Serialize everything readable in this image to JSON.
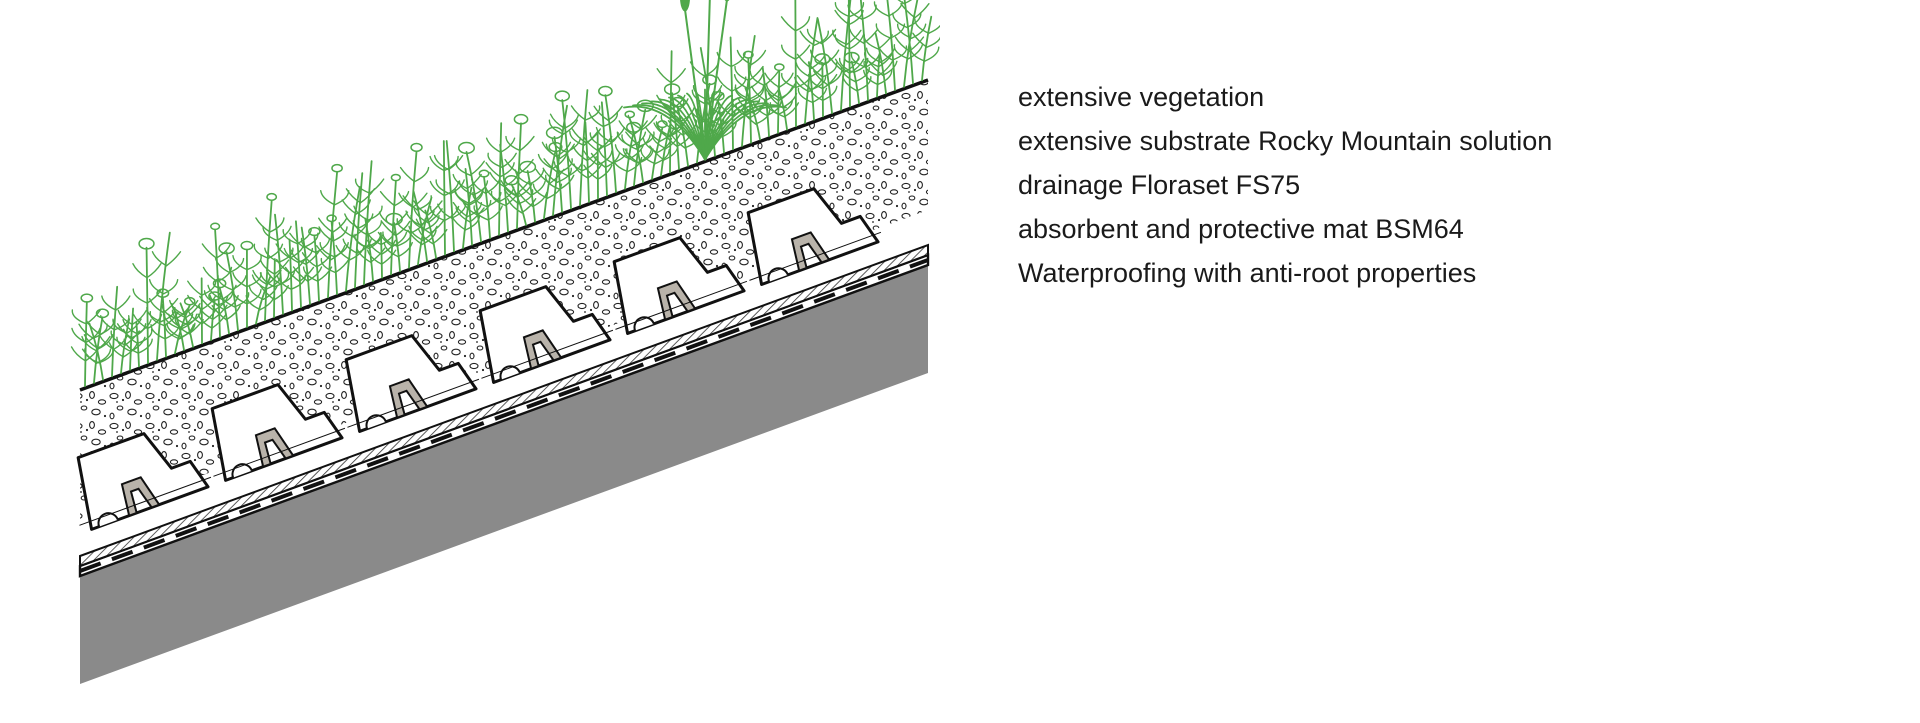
{
  "legend": {
    "items": [
      "extensive vegetation",
      "extensive substrate Rocky Mountain solution",
      "drainage Floraset FS75",
      "absorbent and protective mat BSM64",
      "Waterproofing with anti-root properties"
    ]
  },
  "colors": {
    "vegetation": "#4fa84a",
    "concrete": "#8a8a8a",
    "outline": "#111111",
    "drainage_fill": "#ffffff",
    "mat_hatch": "#333333",
    "support_fill": "#b9b3aa",
    "text": "#1a1a1a"
  },
  "icons": {
    "vegetation": "plant-cluster-icon"
  }
}
